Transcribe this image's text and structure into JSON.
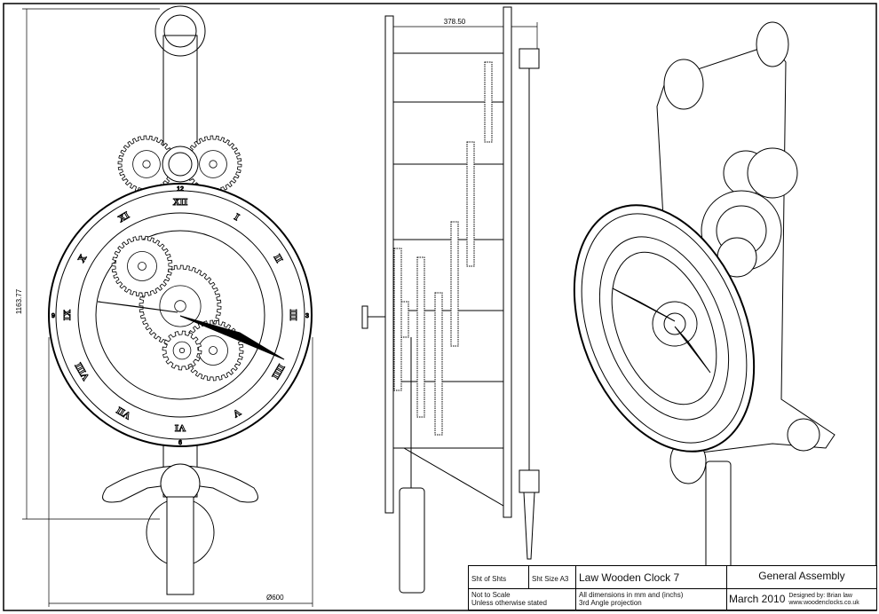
{
  "dimensions": {
    "height": "1163.77",
    "depth": "378.50",
    "diameter": "Ø600"
  },
  "dial": {
    "numerals": [
      "XII",
      "I",
      "II",
      "III",
      "IIII",
      "V",
      "VI",
      "VII",
      "VIII",
      "IX",
      "X",
      "XI"
    ],
    "labels": [
      "12",
      "3",
      "6",
      "9"
    ]
  },
  "title_block": {
    "sht_of_shts": "Sht   of   Shts",
    "sht_size": "Sht Size A3",
    "title": "Law Wooden Clock 7",
    "drawing": "General Assembly",
    "scale_line1": "Not to Scale",
    "scale_line2": "Unless otherwise stated",
    "units_line1": "All dimensions in mm and (inchs)",
    "units_line2": "3rd Angle projection",
    "date": "March 2010",
    "designer": "Designed by: Brian law",
    "website": "www.woodenclocks.co.uk"
  }
}
